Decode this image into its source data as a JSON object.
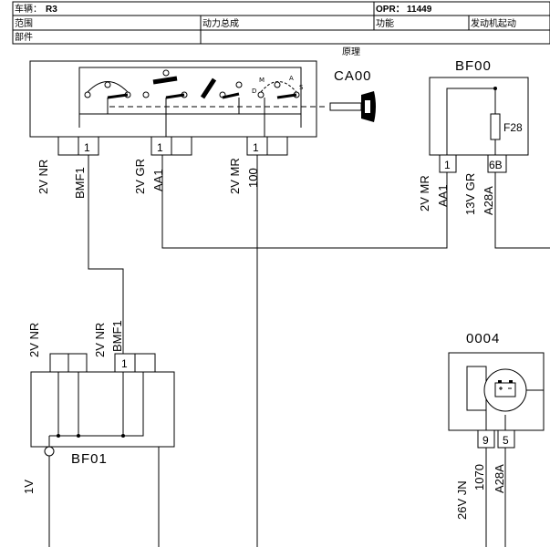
{
  "header": {
    "vehicle_label": "车辆：",
    "vehicle_value": "R3",
    "opr_label": "OPR：",
    "opr_value": "11449",
    "range_label": "范围",
    "range_value": "动力总成",
    "function_label": "功能",
    "function_value": "发动机起动",
    "part_label": "部件"
  },
  "diagram": {
    "title": "原理",
    "components": {
      "ca00": "CA00",
      "bf00": "BF00",
      "bf01": "BF01",
      "c0004": "0004",
      "fuse": "F28"
    },
    "pins": {
      "ca00_p1": "1",
      "ca00_p2": "1",
      "ca00_p3": "1",
      "bf00_p1": "1",
      "bf00_p2": "6B",
      "bf01_p1": "1",
      "c0004_p1": "9",
      "c0004_p2": "5"
    },
    "switch_letters": [
      "M",
      "A",
      "D",
      "S"
    ],
    "connector_labels": {
      "ca00_c1": "2V  NR",
      "ca00_c2": "2V  GR",
      "ca00_c3": "2V  MR",
      "bf00_c1": "2V  MR",
      "bf00_c2": "13V  GR",
      "bf01_c1": "2V  NR",
      "bf01_c2": "2V  NR",
      "c0004_c1": "26V  JN"
    },
    "wire_labels": {
      "ca00_w1": "BMF1",
      "ca00_w2": "AA1",
      "ca00_w3": "100",
      "bf00_w1": "AA1",
      "bf00_w2": "A28A",
      "bf01_w1": "BMF1",
      "bf01_w2": "1V",
      "c0004_w1": "1070",
      "c0004_w2": "A28A"
    }
  }
}
